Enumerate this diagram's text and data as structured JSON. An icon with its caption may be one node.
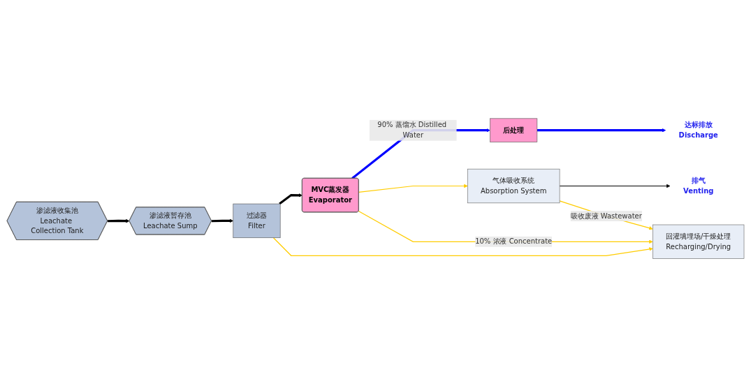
{
  "diagram": {
    "nodes": [
      {
        "text": [
          "渗滤液收集池",
          "Leachate Collection Tank"
        ]
      },
      {
        "text": [
          "渗滤液暂存池",
          "Leachate Sump"
        ]
      },
      {
        "text": [
          "过滤器",
          "Filter"
        ]
      },
      {
        "text": [
          "MVC蒸发器",
          "Evaporator"
        ]
      },
      {
        "text": [
          "后处理"
        ]
      },
      {
        "text": [
          "气体吸收系统",
          "Absorption System"
        ]
      },
      {
        "text": [
          "回灌填埋场/干燥处理",
          "Recharging/Drying"
        ]
      },
      {
        "text": [
          "排气",
          "Venting"
        ]
      },
      {
        "text": [
          "达标排放",
          "Discharge"
        ]
      }
    ],
    "edges": [
      {
        "from": 0,
        "to": 1,
        "arrow": "to",
        "style": "thick",
        "color": "#000000"
      },
      {
        "from": 1,
        "to": 2,
        "arrow": "to",
        "style": "thick",
        "color": "#000000"
      },
      {
        "from": 2,
        "to": 3,
        "arrow": "to",
        "style": "thick",
        "color": "#000000"
      },
      {
        "from": 3,
        "to": 4,
        "arrow": "to",
        "label": "90% 蒸馏水 Distilled Water",
        "style": "thick",
        "color": "#0000ff"
      },
      {
        "from": 4,
        "to": 8,
        "arrow": "to",
        "style": "thick",
        "color": "#0000ff"
      },
      {
        "from": 3,
        "to": 5,
        "arrow": "to",
        "color": "#ffcc00"
      },
      {
        "from": 5,
        "to": 7,
        "arrow": "to",
        "color": "#000000"
      },
      {
        "from": 5,
        "to": 6,
        "arrow": "to",
        "label": "吸收废液 Wastewater",
        "color": "#ffcc00"
      },
      {
        "from": 2,
        "to": 6,
        "arrow": "to",
        "color": "#ffcc00"
      },
      {
        "from": 3,
        "to": 6,
        "arrow": "to",
        "label": "10% 浓液 Concentrate",
        "color": "#ffcc00"
      }
    ]
  }
}
